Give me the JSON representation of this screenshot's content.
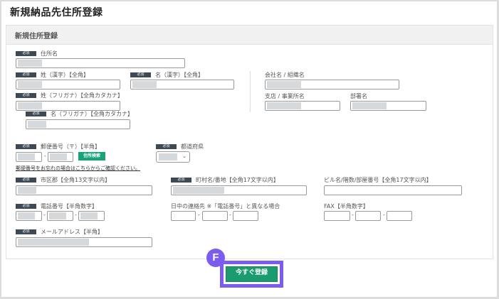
{
  "page": {
    "title": "新規納品先住所登録"
  },
  "panel": {
    "title": "新規住所登録"
  },
  "required_tag": "必須",
  "fields": {
    "address_name": {
      "label": "住所名",
      "required": true
    },
    "last_name_kanji": {
      "label": "姓（漢字）【全角】",
      "required": true
    },
    "first_name_kanji": {
      "label": "名（漢字）【全角】",
      "required": true
    },
    "last_name_kana": {
      "label": "姓（フリガナ）【全角カタカナ】",
      "required": true
    },
    "first_name_kana": {
      "label": "名（フリガナ）【全角カタカナ】",
      "required": true
    },
    "company": {
      "label": "会社名 / 組織名",
      "required": false
    },
    "branch": {
      "label": "支店 / 事業所名",
      "required": false
    },
    "department": {
      "label": "部署名",
      "required": false
    },
    "postal_code": {
      "label": "郵便番号（〒）【半角】",
      "required": true
    },
    "prefecture": {
      "label": "都道府県",
      "required": true
    },
    "city": {
      "label": "市区郡【全角13文字以内】",
      "required": true
    },
    "town": {
      "label": "町村名/番地【全角17文字以内】",
      "required": true
    },
    "building": {
      "label": "ビル名/階数/部屋番号【全角17文字以内】",
      "required": false
    },
    "phone": {
      "label": "電話番号【半角数字】",
      "required": true
    },
    "daytime_contact": {
      "label": "日中の連絡先 ※「電話番号」と異なる場合",
      "required": false
    },
    "fax": {
      "label": "FAX【半角数字】",
      "required": false
    },
    "email": {
      "label": "メールアドレス【半角】",
      "required": true
    }
  },
  "postal_search_button": "住所検索",
  "postal_forgot_link": "郵便番号をお忘れの場合はこちらからご確認ください。",
  "separator": "-",
  "select_chevron": "⌄",
  "submit_button": "今すぐ登録",
  "annotation_badge": "F",
  "colors": {
    "accent_green": "#1a9b70",
    "required_tag": "#3d4a56",
    "highlight": "#7b5cf0"
  }
}
